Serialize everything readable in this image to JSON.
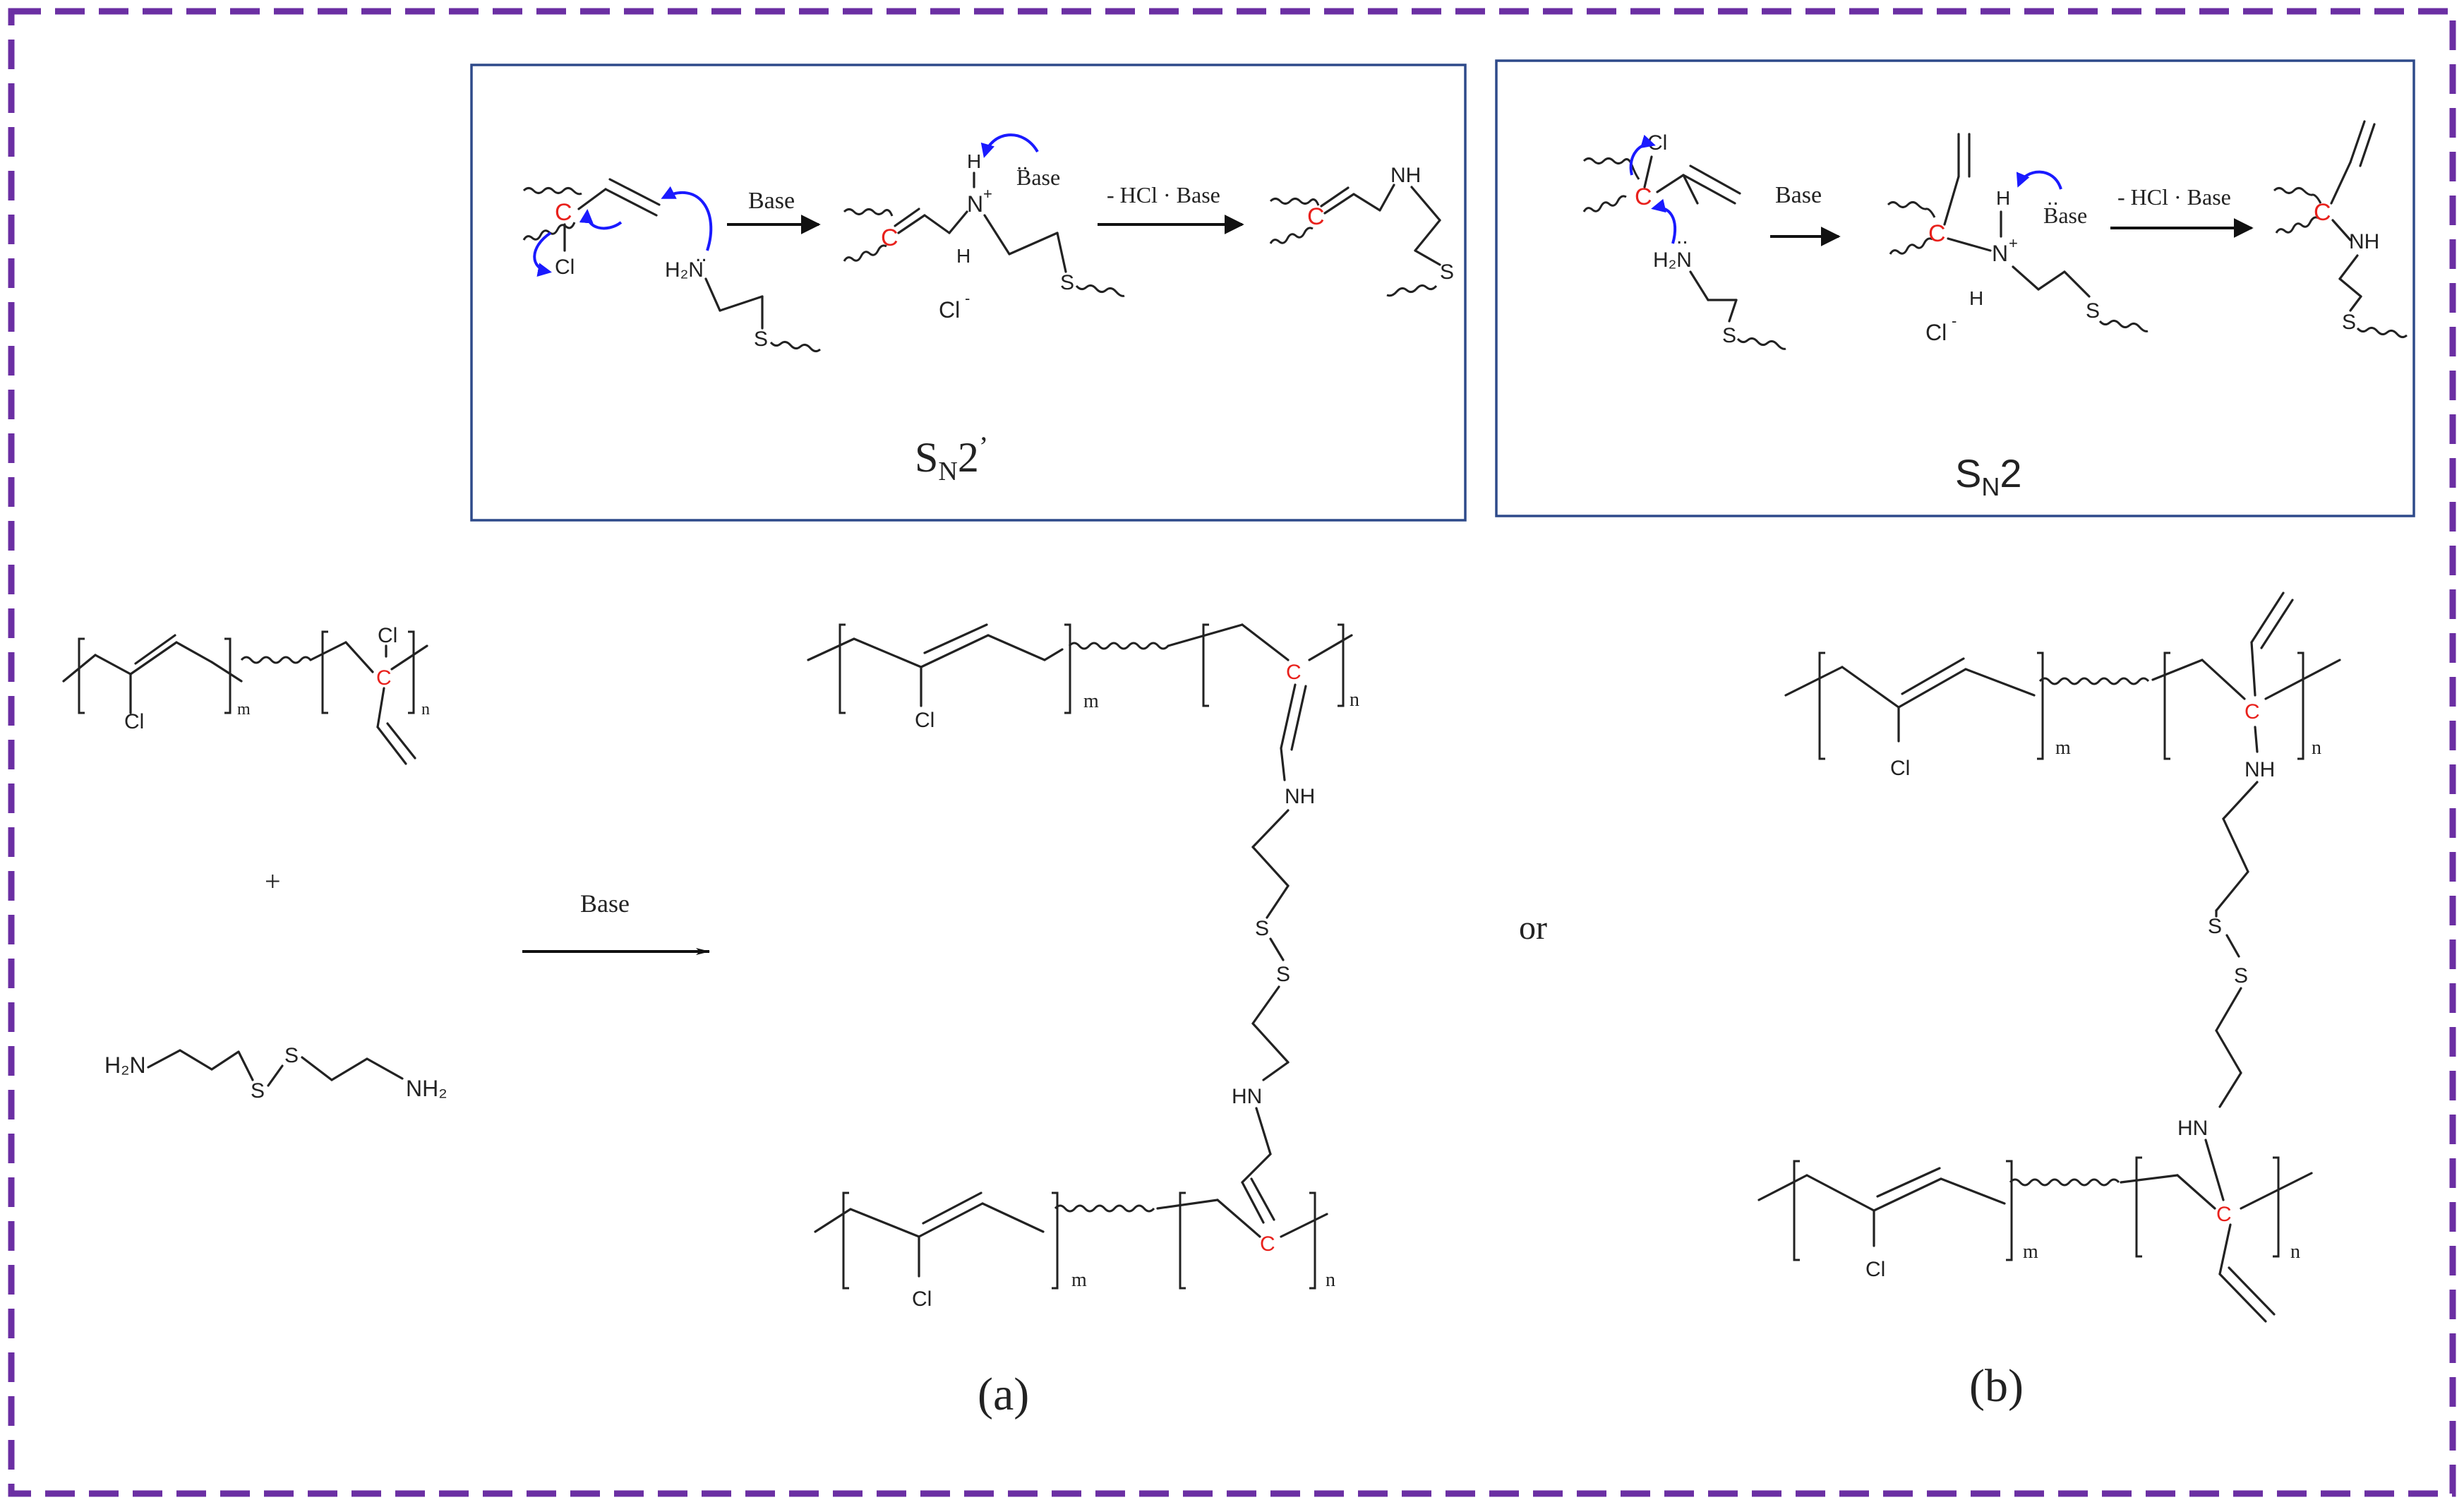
{
  "colors": {
    "frame": "#6b2fa3",
    "box": "#2e4a8a",
    "reactive_carbon": "#e8211c",
    "electron_arrow": "#1a1aff",
    "bonds": "#222222"
  },
  "labels": {
    "carbon": "C",
    "cl": "Cl",
    "chloride": "Cl",
    "minus": "-",
    "h": "H",
    "nh": "NH",
    "hn": "HN",
    "n": "N",
    "plus": "+",
    "s": "S",
    "h2n": "H₂N",
    "nh2": "NH₂",
    "m": "m",
    "n_sub": "n",
    "base": "Base",
    "hcl_base": "- HCl · Base",
    "plus_sign": "+",
    "or": "or"
  },
  "mechanisms": {
    "sn2_prime": {
      "title_main": "S",
      "title_sub": "N",
      "title_tail": "2",
      "title_prime": "’"
    },
    "sn2": {
      "title_main": "S",
      "title_sub": "N",
      "title_tail": "2"
    }
  },
  "products": {
    "a": "(a)",
    "b": "(b)"
  },
  "icons": {
    "reaction_arrow": "reaction-arrow-icon",
    "electron_arrow": "curved-electron-arrow-icon",
    "polymer_bond": "wavy-bond-icon"
  }
}
